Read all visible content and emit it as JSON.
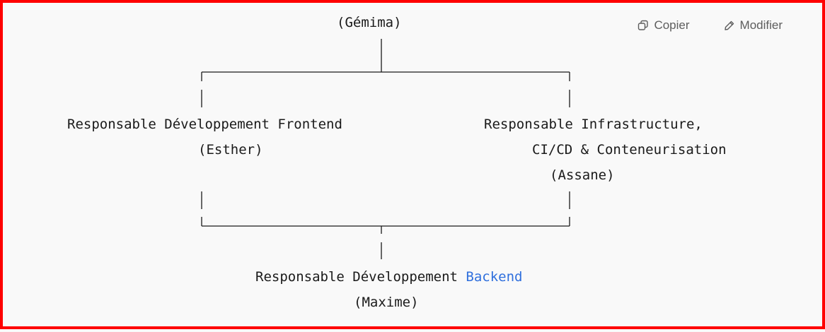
{
  "toolbar": {
    "copy_label": "Copier",
    "edit_label": "Modifier"
  },
  "org": {
    "top": "(Gémima)",
    "left_title": "Responsable Développement Frontend",
    "left_name": "(Esther)",
    "right_title_1": "Responsable Infrastructure,",
    "right_title_2": "CI/CD & Conteneurisation",
    "right_name": "(Assane)",
    "bottom_title_prefix": "Responsable Développement ",
    "bottom_title_highlight": "Backend",
    "bottom_name": "(Maxime)"
  },
  "colors": {
    "highlight": "#2f6fdd",
    "border": "#ff0000",
    "background": "#f9f9f9"
  }
}
